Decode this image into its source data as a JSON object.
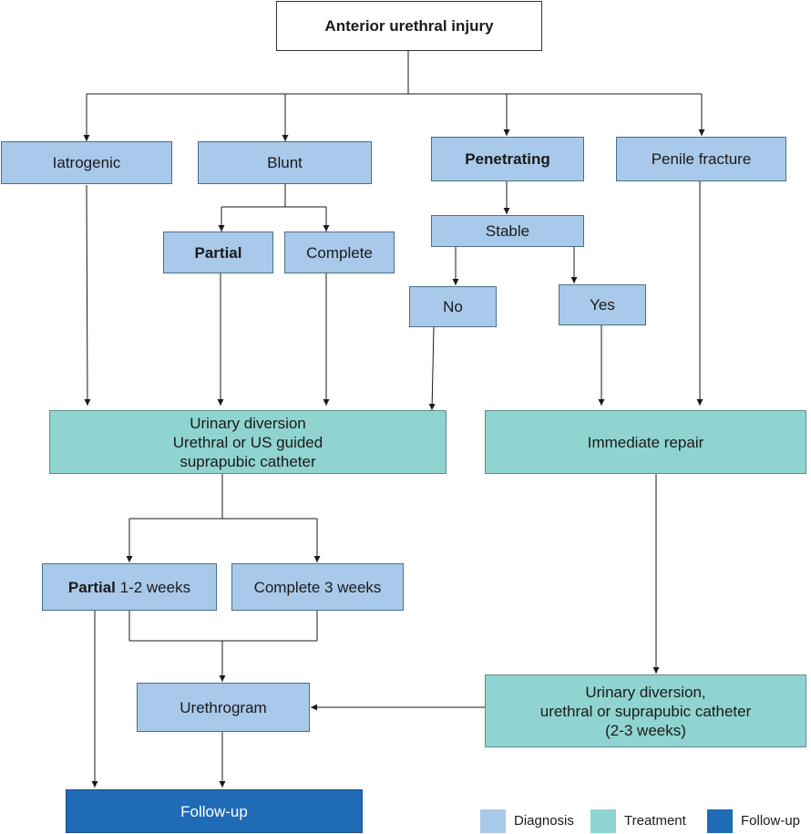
{
  "title": "Anterior urethral injury",
  "categories": {
    "iatrogenic": "Iatrogenic",
    "blunt": "Blunt",
    "penetrating": "Penetrating",
    "penile_fracture": "Penile fracture"
  },
  "blunt_types": {
    "partial": "Partial",
    "complete": "Complete"
  },
  "penetrating_stable": {
    "label": "Stable",
    "no": "No",
    "yes": "Yes"
  },
  "diversion": {
    "line1": "Urinary diversion",
    "line2": "Urethral or US guided",
    "line3": "suprapubic catheter"
  },
  "immediate_repair": "Immediate repair",
  "durations": {
    "partial_prefix": "Partial",
    "partial_suffix": " 1-2 weeks",
    "complete": "Complete 3 weeks"
  },
  "urethrogram": "Urethrogram",
  "post_repair": {
    "line1": "Urinary diversion,",
    "line2": "urethral or suprapubic catheter",
    "line3": "(2-3 weeks)"
  },
  "follow_up": "Follow-up",
  "legend": {
    "diagnosis": "Diagnosis",
    "treatment": "Treatment",
    "follow_up": "Follow-up"
  },
  "colors": {
    "diagnosis": "#a9c9ea",
    "treatment": "#8fd4d0",
    "follow_up": "#1f6bb6"
  }
}
